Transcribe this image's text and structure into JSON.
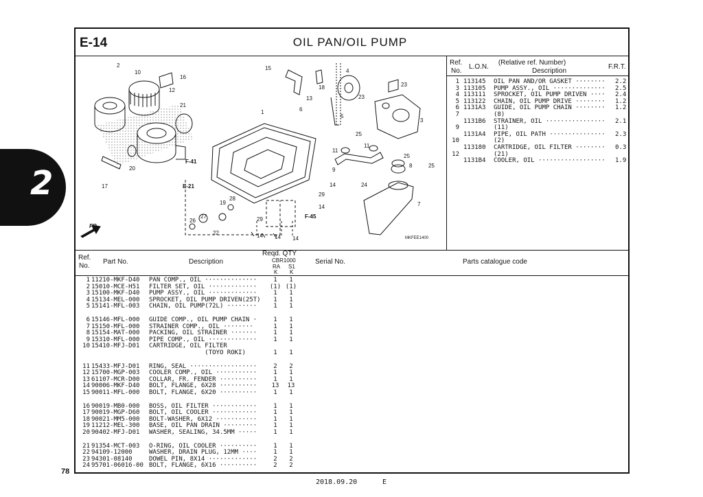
{
  "page": {
    "section_code": "E-14",
    "title": "OIL PAN/OIL PUMP",
    "section_number": "2",
    "page_number": "78",
    "footer_date": "2018.09.20",
    "footer_lang": "E"
  },
  "ref_table": {
    "headers": {
      "ref": "Ref.",
      "no": "No.",
      "lon": "L.O.N.",
      "relative": "(Relative ref. Number)",
      "description": "Description",
      "frt": "F.R.T."
    },
    "rows": [
      {
        "ref": "1",
        "lon": "113145",
        "desc": "OIL PAN AND/OR GASKET ········",
        "frt": "2.2"
      },
      {
        "ref": "3",
        "lon": "113105",
        "desc": "PUMP ASSY., OIL ··············",
        "frt": "2.5"
      },
      {
        "ref": "4",
        "lon": "113111",
        "desc": "SPROCKET, OIL PUMP DRIVEN ····",
        "frt": "2.4"
      },
      {
        "ref": "5",
        "lon": "113122",
        "desc": "CHAIN, OIL PUMP DRIVE ········",
        "frt": "1.2"
      },
      {
        "ref": "6",
        "lon": "1131A3",
        "desc": "GUIDE, OIL PUMP CHAIN ········",
        "frt": "1.2"
      },
      {
        "ref": "7",
        "lon": "",
        "desc": "(8)",
        "frt": ""
      },
      {
        "ref": "",
        "lon": "1131B6",
        "desc": "STRAINER, OIL ················",
        "frt": "2.1"
      },
      {
        "ref": "9",
        "lon": "",
        "desc": "(11)",
        "frt": ""
      },
      {
        "ref": "",
        "lon": "1131A4",
        "desc": "PIPE, OIL PATH ···············",
        "frt": "2.3"
      },
      {
        "ref": "10",
        "lon": "",
        "desc": "(2)",
        "frt": ""
      },
      {
        "ref": "",
        "lon": "113180",
        "desc": "CARTRIDGE, OIL FILTER ········",
        "frt": "0.3"
      },
      {
        "ref": "12",
        "lon": "",
        "desc": "(21)",
        "frt": ""
      },
      {
        "ref": "",
        "lon": "1131B4",
        "desc": "COOLER, OIL ··················",
        "frt": "1.9"
      }
    ]
  },
  "parts_table": {
    "headers": {
      "ref": "Ref.",
      "no": "No.",
      "part_no": "Part No.",
      "description": "Description",
      "reqd_qty": "Reqd. QTY",
      "model": "CBR1000",
      "ra": "RA",
      "s1": "S1",
      "k1": "K",
      "k2": "K",
      "serial_no": "Serial No.",
      "catalogue_code": "Parts catalogue code"
    },
    "groups": [
      [
        {
          "ref": "1",
          "part": "11210-MKF-D40",
          "desc": "PAN COMP., OIL ··············",
          "q1": "1",
          "q2": "1"
        },
        {
          "ref": "2",
          "part": "15010-MCE-H51",
          "desc": "FILTER SET, OIL ·············",
          "q1": "(1)",
          "q2": "(1)"
        },
        {
          "ref": "3",
          "part": "15100-MKF-D40",
          "desc": "PUMP ASSY., OIL ·············",
          "q1": "1",
          "q2": "1"
        },
        {
          "ref": "4",
          "part": "15134-MEL-000",
          "desc": "SPROCKET, OIL PUMP DRIVEN(25T)",
          "q1": "1",
          "q2": "1"
        },
        {
          "ref": "5",
          "part": "15141-MFL-003",
          "desc": "CHAIN, OIL PUMP(72L) ········",
          "q1": "1",
          "q2": "1"
        }
      ],
      [
        {
          "ref": "6",
          "part": "15146-MFL-000",
          "desc": "GUIDE COMP., OIL PUMP CHAIN ·",
          "q1": "1",
          "q2": "1"
        },
        {
          "ref": "7",
          "part": "15150-MFL-000",
          "desc": "STRAINER COMP., OIL ········",
          "q1": "1",
          "q2": "1"
        },
        {
          "ref": "8",
          "part": "15154-MAT-000",
          "desc": "PACKING, OIL STRAINER ·······",
          "q1": "1",
          "q2": "1"
        },
        {
          "ref": "9",
          "part": "15310-MFL-000",
          "desc": "PIPE COMP., OIL ·············",
          "q1": "1",
          "q2": "1"
        },
        {
          "ref": "10",
          "part": "15410-MFJ-D01",
          "desc": "CARTRIDGE, OIL FILTER",
          "q1": "",
          "q2": ""
        },
        {
          "ref": "",
          "part": "",
          "desc": "               (TOYO ROKI)",
          "q1": "1",
          "q2": "1"
        }
      ],
      [
        {
          "ref": "11",
          "part": "15433-MFJ-D01",
          "desc": "RING, SEAL ··················",
          "q1": "2",
          "q2": "2"
        },
        {
          "ref": "12",
          "part": "15700-MGP-003",
          "desc": "COOLER COMP., OIL ···········",
          "q1": "1",
          "q2": "1"
        },
        {
          "ref": "13",
          "part": "61107-MCR-D00",
          "desc": "COLLAR, FR. FENDER ··········",
          "q1": "1",
          "q2": "1"
        },
        {
          "ref": "14",
          "part": "90006-MKF-D40",
          "desc": "BOLT, FLANGE, 6X28 ··········",
          "q1": "13",
          "q2": "13"
        },
        {
          "ref": "15",
          "part": "90011-MFL-000",
          "desc": "BOLT, FLANGE, 6X20 ··········",
          "q1": "1",
          "q2": "1"
        }
      ],
      [
        {
          "ref": "16",
          "part": "90019-MB0-000",
          "desc": "BOSS, OIL FILTER ············",
          "q1": "1",
          "q2": "1"
        },
        {
          "ref": "17",
          "part": "90019-MGP-D60",
          "desc": "BOLT, OIL COOLER ············",
          "q1": "1",
          "q2": "1"
        },
        {
          "ref": "18",
          "part": "90021-MM5-000",
          "desc": "BOLT-WASHER, 6X12 ···········",
          "q1": "1",
          "q2": "1"
        },
        {
          "ref": "19",
          "part": "11212-MEL-300",
          "desc": "BASE, OIL PAN DRAIN ·········",
          "q1": "1",
          "q2": "1"
        },
        {
          "ref": "20",
          "part": "90402-MFJ-D01",
          "desc": "WASHER, SEALING, 34.5MM ·····",
          "q1": "1",
          "q2": "1"
        }
      ],
      [
        {
          "ref": "21",
          "part": "91354-MCT-003",
          "desc": "O-RING, OIL COOLER ··········",
          "q1": "1",
          "q2": "1"
        },
        {
          "ref": "22",
          "part": "94109-12000",
          "desc": "WASHER, DRAIN PLUG, 12MM ····",
          "q1": "1",
          "q2": "1"
        },
        {
          "ref": "23",
          "part": "94301-08140",
          "desc": "DOWEL PIN, 8X14 ·············",
          "q1": "2",
          "q2": "2"
        },
        {
          "ref": "24",
          "part": "95701-06016-00",
          "desc": "BOLT, FLANGE, 6X16 ··········",
          "q1": "2",
          "q2": "2"
        }
      ]
    ]
  },
  "diagram": {
    "figure_code": "MKFEE1400",
    "callouts": [
      "2",
      "10",
      "16",
      "12",
      "21",
      "F-41",
      "E-21",
      "17",
      "20",
      "15",
      "18",
      "4",
      "13",
      "6",
      "5",
      "23",
      "23",
      "1",
      "3",
      "25",
      "11",
      "11",
      "25",
      "25",
      "9",
      "14",
      "24",
      "8",
      "7",
      "19",
      "28",
      "29",
      "14",
      "26",
      "27",
      "29",
      "F-45",
      "22",
      "14",
      "14",
      "14",
      "FR."
    ]
  }
}
